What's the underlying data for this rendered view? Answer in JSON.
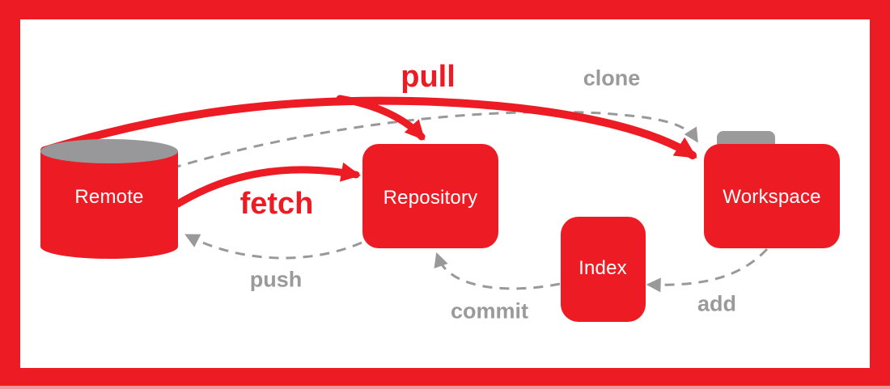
{
  "diagram": {
    "type": "flow-diagram",
    "nodes": [
      {
        "id": "remote",
        "label": "Remote",
        "shape": "cylinder"
      },
      {
        "id": "repository",
        "label": "Repository",
        "shape": "rounded-rect"
      },
      {
        "id": "index",
        "label": "Index",
        "shape": "rounded-rect"
      },
      {
        "id": "workspace",
        "label": "Workspace",
        "shape": "folder"
      }
    ],
    "edges": [
      {
        "label": "pull",
        "from": "remote",
        "to": "workspace",
        "style": "solid-red"
      },
      {
        "label": "clone",
        "from": "remote",
        "to": "workspace",
        "style": "dashed-gray"
      },
      {
        "label": "fetch",
        "from": "remote",
        "to": "repository",
        "style": "solid-red"
      },
      {
        "label": "push",
        "from": "repository",
        "to": "remote",
        "style": "dashed-gray"
      },
      {
        "label": "commit",
        "from": "index",
        "to": "repository",
        "style": "dashed-gray"
      },
      {
        "label": "add",
        "from": "workspace",
        "to": "index",
        "style": "dashed-gray"
      }
    ],
    "colors": {
      "accent_red": "#ED1C24",
      "label_gray": "#9A9A9A",
      "shape_gray": "#98989A",
      "frame_bottom_strip": "#F2949C",
      "background": "#FFFFFF",
      "node_text": "#FFFFFF"
    }
  }
}
